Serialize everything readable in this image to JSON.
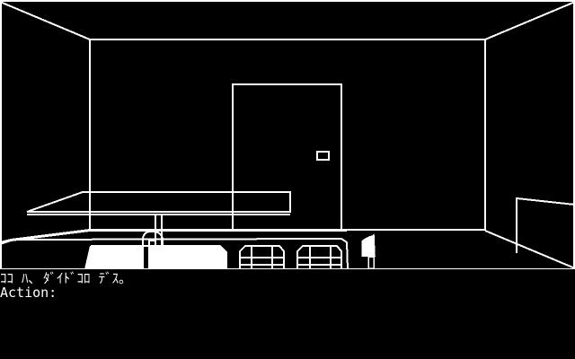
{
  "scene": {
    "name": "kitchen",
    "colors": {
      "line": "#ffffff",
      "sink_water": "#0000ff",
      "item_red": "#ff0000",
      "item_yellow": "#ffff00",
      "background": "#000000"
    }
  },
  "text_window": {
    "message": "ｺｺ ﾊ､ ﾀﾞｲﾄﾞｺﾛ ﾃﾞｽ｡",
    "prompt": "Action:"
  }
}
